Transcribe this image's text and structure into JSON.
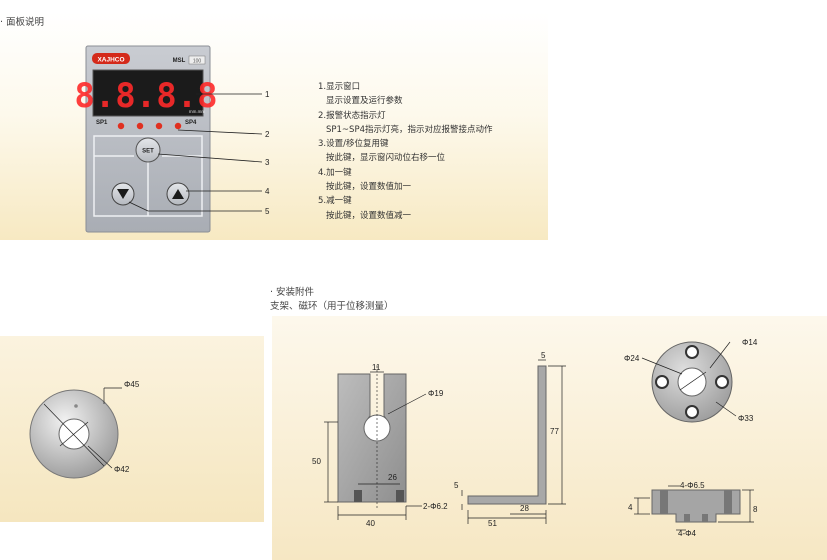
{
  "section1": {
    "title": "· 面板说明",
    "device": {
      "brand": "XAJHCO",
      "model": "MSL",
      "model_box": "100",
      "display": "8.8.8.8",
      "unit": "mm.mm",
      "sp_left": "SP1",
      "sp_right": "SP4",
      "set_label": "SET"
    },
    "callouts": [
      "1",
      "2",
      "3",
      "4",
      "5"
    ],
    "legend": [
      {
        "text": "1.显示窗口",
        "indent": false
      },
      {
        "text": "显示设置及运行参数",
        "indent": true
      },
      {
        "text": "2.报警状态指示灯",
        "indent": false
      },
      {
        "text": "SP1~SP4指示灯亮，指示对应报警接点动作",
        "indent": true
      },
      {
        "text": "3.设置/移位复用键",
        "indent": false
      },
      {
        "text": "按此键，显示窗闪动位右移一位",
        "indent": true
      },
      {
        "text": "4.加一键",
        "indent": false
      },
      {
        "text": "按此键，设置数值加一",
        "indent": true
      },
      {
        "text": "5.减一键",
        "indent": false
      },
      {
        "text": "按此键，设置数值减一",
        "indent": true
      }
    ]
  },
  "section2": {
    "title": "· 安装附件",
    "subtitle": "支架、磁环（用于位移测量）",
    "ring": {
      "outer": "Φ45",
      "inner": "Φ42"
    },
    "bracket": {
      "d11": "11",
      "d19": "Φ19",
      "d50": "50",
      "d26": "26",
      "d40": "40",
      "d62": "2-Φ6.2"
    },
    "lbracket": {
      "d5top": "5",
      "d77": "77",
      "d5side": "5",
      "d51": "51",
      "d28": "28"
    },
    "flange": {
      "d24": "Φ24",
      "d14": "Φ14",
      "d33": "Φ33"
    },
    "flangeside": {
      "d65": "4-Φ6.5",
      "d4": "4",
      "d8": "8",
      "d4hole": "4-Φ4"
    }
  },
  "colors": {
    "accent_red": "#d42a1a",
    "panel_gray": "#b8bcc2",
    "bg_cream": "#f7e9c2"
  }
}
